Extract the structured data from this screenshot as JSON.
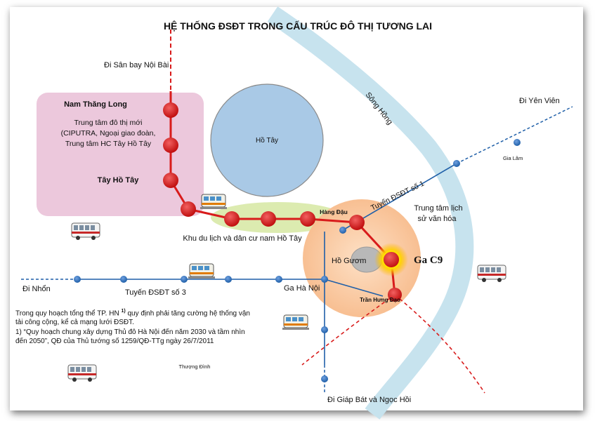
{
  "title": "HỆ THỐNG ĐSĐT TRONG CẤU TRÚC ĐÔ THỊ TƯƠNG LAI",
  "labels": {
    "noi_bai": "Đi Sân bay Nội Bài",
    "nam_thang_long": "Nam Thăng Long",
    "new_city_1": "Trung tâm đô thị mới",
    "new_city_2": "(CIPUTRA, Ngoại giao đoàn,",
    "new_city_3": "Trung tâm HC Tây Hồ Tây",
    "tay_ho_tay": "Tây Hồ Tây",
    "ho_tay": "Hồ Tây",
    "song_hong": "Sông Hồng",
    "yen_vien": "Đi Yên Viên",
    "gia_lam": "Gia Lâm",
    "line1": "Tuyến ĐSĐT số 1",
    "historic_1": "Trung tâm lịch",
    "historic_2": "sử văn hóa",
    "hang_dau": "Hàng Đậu",
    "tourism": "Khu du lịch và dân cư nam Hồ Tây",
    "ho_guom": "Hồ Gươm",
    "ga_c9": "Ga C9",
    "di_nhon": "Đi Nhổn",
    "line3": "Tuyến ĐSĐT số 3",
    "ga_ha_noi": "Ga Hà Nội",
    "tran_hung_dao": "Trần Hưng Đạo",
    "thuong_dinh": "Thượng Đình",
    "giap_bat": "Đi Giáp Bát và Ngọc Hồi"
  },
  "note": {
    "para1_a": "Trong  quy hoạch tổng thể TP. HN ",
    "para1_sup": "1)",
    "para1_b": " quy định phải tăng cường hệ thống vận tải công cộng, kể cả mạng lưới ĐSĐT.",
    "para2": " 1) “Quy hoạch chung xây dựng Thủ đô Hà Nội đến năm 2030 và tầm nhìn đến 2050”, QĐ của Thủ tướng số 1259/QĐ-TTg ngày 26/7/2011"
  },
  "colors": {
    "red_line": "#d81b1b",
    "blue_line": "#1f5fa8",
    "river": "#c7e3ee",
    "lake": "#a9c9e6",
    "pink_zone": "#ecc8dc",
    "green_zone": "#dcebb0",
    "orange_zone": "#f9c9a0"
  },
  "icons": [
    "train-icon",
    "bus-icon"
  ]
}
